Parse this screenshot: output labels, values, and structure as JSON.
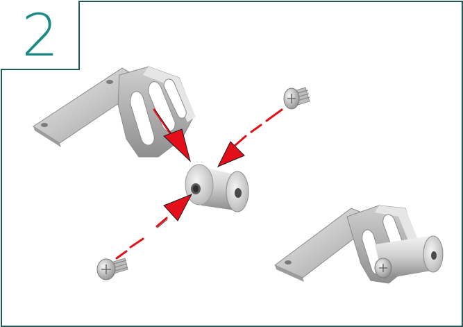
{
  "step": {
    "number": "2"
  },
  "colors": {
    "border": "#1f5a57",
    "step_number": "#1e8a86",
    "arrow": "#e3101b",
    "metal_light": "#dcdcdc",
    "metal_mid": "#b9b9b9",
    "metal_dark": "#8e8e8e"
  },
  "parts": [
    {
      "name": "bracket-left",
      "icon": "l-bracket-icon"
    },
    {
      "name": "screw-top-right",
      "icon": "screw-icon"
    },
    {
      "name": "screw-bottom-left",
      "icon": "screw-icon"
    },
    {
      "name": "cylinder-connector",
      "icon": "cylinder-connector-icon"
    },
    {
      "name": "assembled-bracket",
      "icon": "assembled-bracket-icon"
    }
  ]
}
